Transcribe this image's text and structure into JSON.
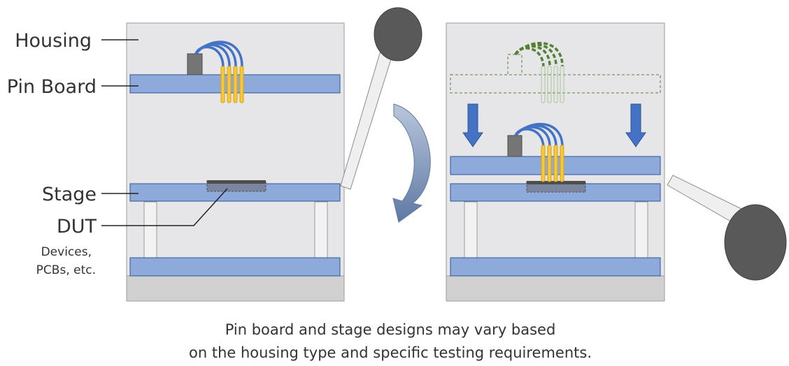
{
  "labels": {
    "housing": "Housing",
    "pin_board": "Pin Board",
    "stage": "Stage",
    "dut": "DUT",
    "dut_note_line1": "Devices,",
    "dut_note_line2": "PCBs, etc."
  },
  "caption": {
    "line1": "Pin board and stage designs may vary based",
    "line2": "on the housing type and specific testing requirements."
  },
  "colors": {
    "housing": "#e6e5e8",
    "board": "#8eaadb",
    "base": "#d1d1d1",
    "pins": "#f0b62c",
    "wires": "#4472c4",
    "ghost": "#548235",
    "arrow_down": "#4472c4",
    "rotation_arrow": "#7d93b7",
    "lever_knob": "#595959"
  },
  "icons": {
    "press_arrows": "down-arrow-icon",
    "lever_motion": "curved-arrow-icon"
  }
}
